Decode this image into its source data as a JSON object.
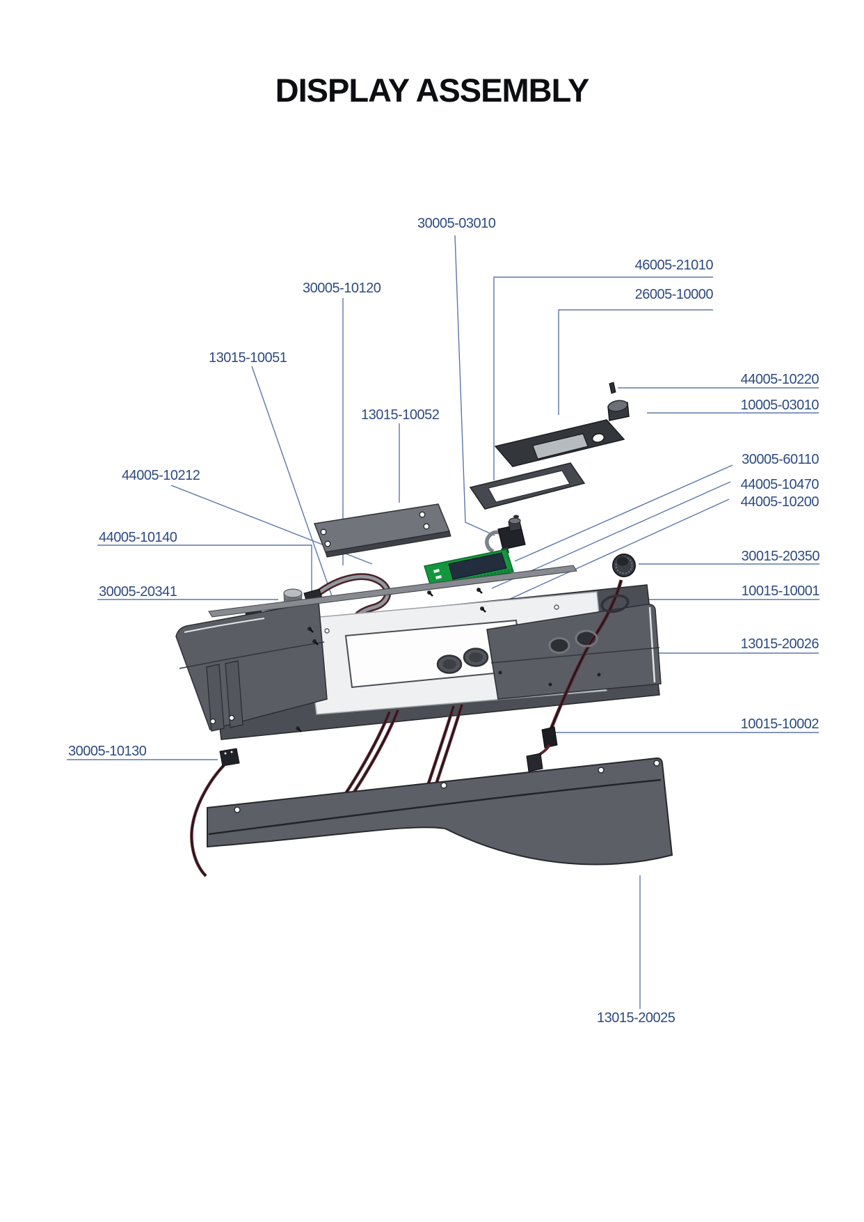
{
  "title": "DISPLAY ASSEMBLY",
  "colors": {
    "label": "#2c4a80",
    "leader": "#5b76aa",
    "title": "#0c0e11",
    "background": "#ffffff"
  },
  "diagram": {
    "type": "exploded-parts-diagram",
    "labels": [
      {
        "part_number": "30005-03010"
      },
      {
        "part_number": "46005-21010"
      },
      {
        "part_number": "26005-10000"
      },
      {
        "part_number": "30005-10120"
      },
      {
        "part_number": "13015-10051"
      },
      {
        "part_number": "44005-10220"
      },
      {
        "part_number": "10005-03010"
      },
      {
        "part_number": "13015-10052"
      },
      {
        "part_number": "30005-60110"
      },
      {
        "part_number": "44005-10212"
      },
      {
        "part_number": "44005-10470"
      },
      {
        "part_number": "44005-10200"
      },
      {
        "part_number": "44005-10140"
      },
      {
        "part_number": "30015-20350"
      },
      {
        "part_number": "30005-20341"
      },
      {
        "part_number": "10015-10001"
      },
      {
        "part_number": "13015-20026"
      },
      {
        "part_number": "10015-10002"
      },
      {
        "part_number": "30005-10130"
      },
      {
        "part_number": "13015-20025"
      }
    ]
  }
}
